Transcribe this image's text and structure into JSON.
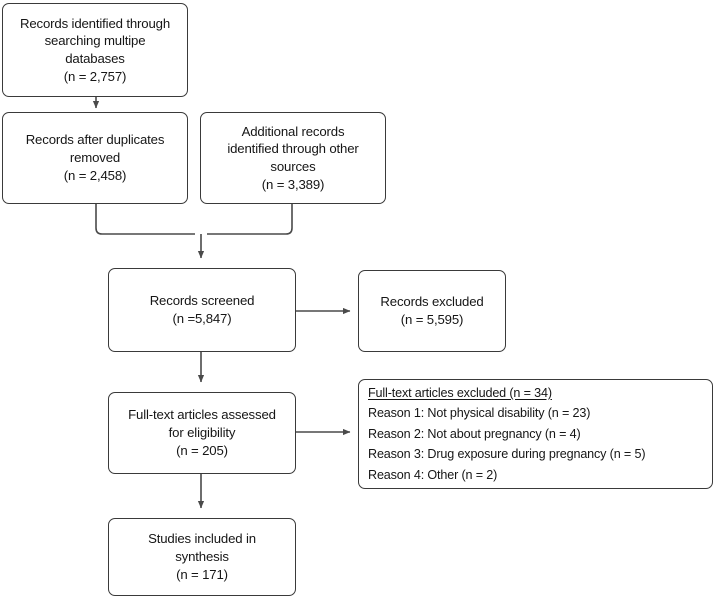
{
  "diagram": {
    "title": "PRISMA study selection flow diagram",
    "type": "flowchart",
    "colors": {
      "background": "#ffffff",
      "box_border": "#3a3a3a",
      "connector": "#4a4a4a",
      "text": "#161616"
    },
    "nodes": {
      "identified": {
        "label": "Records identified through searching multipe databases (n = 2,757)",
        "lines": [
          "Records identified through",
          "searching multipe",
          "databases",
          "(n = 2,757)"
        ],
        "count": 2757
      },
      "deduped": {
        "label": "Records after duplicates removed (n = 2,458)",
        "lines": [
          "Records after duplicates",
          "removed",
          "(n = 2,458)"
        ],
        "count": 2458
      },
      "additional": {
        "label": "Additional records identified through other sources (n = 3,389)",
        "lines": [
          "Additional records",
          "identified through other",
          "sources",
          "(n = 3,389)"
        ],
        "count": 3389
      },
      "screened": {
        "label": "Records screened (n =5,847)",
        "lines": [
          "Records screened",
          "(n =5,847)"
        ],
        "count": 5847
      },
      "excluded": {
        "label": "Records excluded (n = 5,595)",
        "lines": [
          "Records excluded",
          "(n = 5,595)"
        ],
        "count": 5595
      },
      "fulltext": {
        "label": "Full-text articles assessed for eligibility (n = 205)",
        "lines": [
          "Full-text articles assessed",
          "for eligibility",
          "(n = 205)"
        ],
        "count": 205
      },
      "reasons": {
        "heading": "Full-text articles excluded (n = 34)",
        "total_excluded": 34,
        "lines": [
          "Reason 1: Not physical disability (n = 23)",
          "Reason 2: Not about pregnancy (n = 4)",
          "Reason 3: Drug exposure during pregnancy (n = 5)",
          "Reason 4: Other (n = 2)"
        ],
        "reasons": [
          {
            "label": "Reason 1: Not physical disability",
            "count": 23
          },
          {
            "label": "Reason 2: Not about pregnancy",
            "count": 4
          },
          {
            "label": "Reason 3: Drug exposure during pregnancy",
            "count": 5
          },
          {
            "label": "Reason 4: Other",
            "count": 2
          }
        ]
      },
      "studies": {
        "label": "Studies included in synthesis (n = 171)",
        "lines": [
          "Studies included in",
          "synthesis",
          "(n = 171)"
        ],
        "count": 171
      }
    },
    "connectors": [
      {
        "name": "identified-to-deduped",
        "from": "identified",
        "to": "deduped",
        "direction": "down"
      },
      {
        "name": "deduped-and-additional-to-screened",
        "from": "deduped+additional",
        "to": "screened",
        "direction": "down-merge"
      },
      {
        "name": "screened-to-excluded",
        "from": "screened",
        "to": "excluded",
        "direction": "right"
      },
      {
        "name": "screened-to-fulltext",
        "from": "screened",
        "to": "fulltext",
        "direction": "down"
      },
      {
        "name": "fulltext-to-reasons",
        "from": "fulltext",
        "to": "reasons",
        "direction": "right"
      },
      {
        "name": "fulltext-to-studies",
        "from": "fulltext",
        "to": "studies",
        "direction": "down"
      }
    ]
  }
}
